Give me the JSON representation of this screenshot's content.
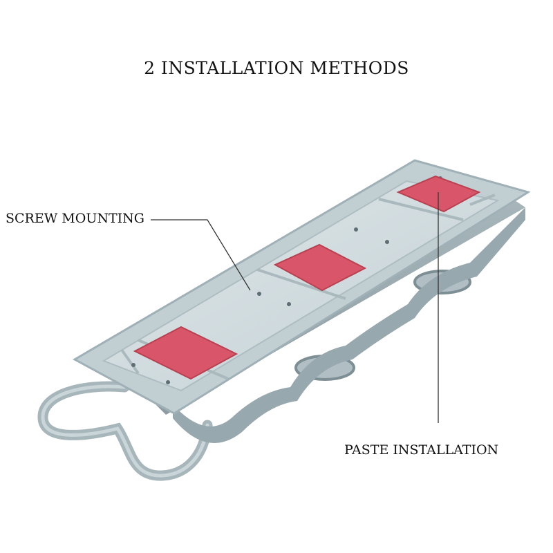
{
  "heading": "2 INSTALLATION METHODS",
  "callouts": {
    "screw": "SCREW MOUNTING",
    "paste": "PASTE INSTALLATION"
  },
  "colors": {
    "plastic": "#b9c7cc",
    "plastic_shadow": "#8fa1a8",
    "plastic_light": "#d8e2e5",
    "pad": "#d9566a",
    "pad_dark": "#b8404f",
    "line": "#333333"
  }
}
